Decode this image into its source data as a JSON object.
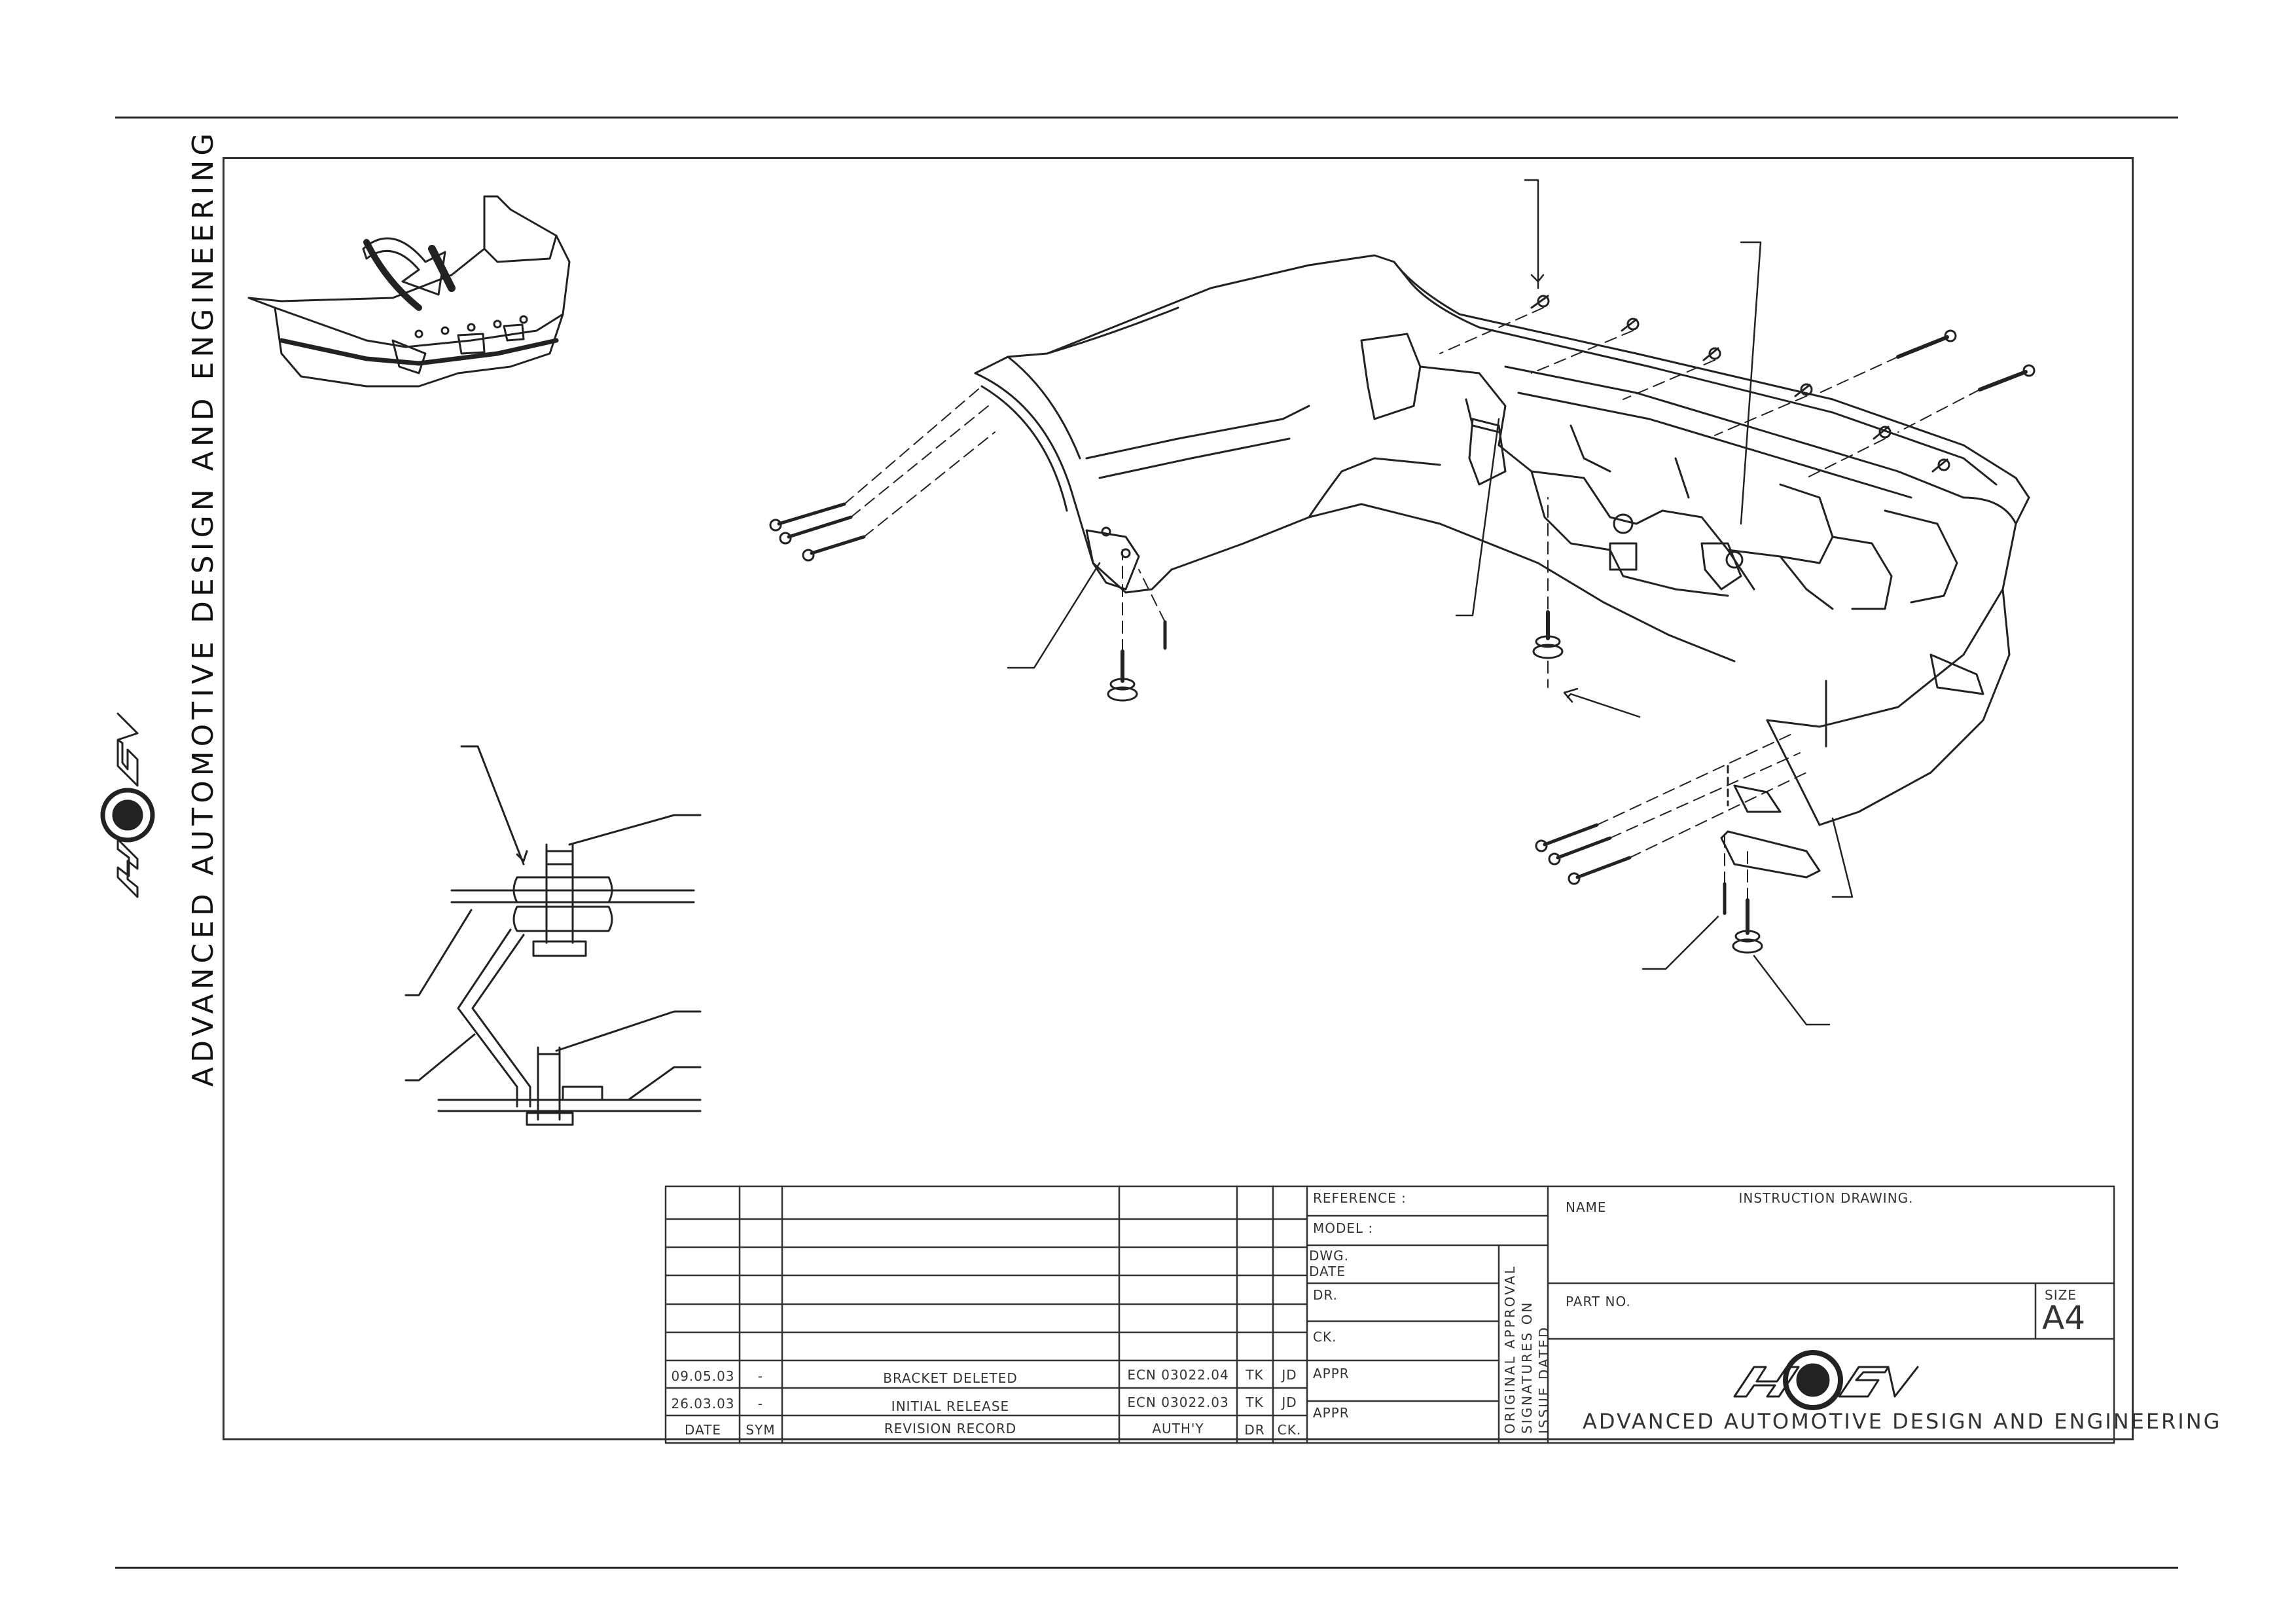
{
  "banner": {
    "company": "ADVANCED AUTOMOTIVE DESIGN AND ENGINEERING",
    "logo_text": "HSV"
  },
  "title_block": {
    "labels": {
      "reference": "REFERENCE :",
      "model": "MODEL :",
      "dwg_date_line1": "DWG.",
      "dwg_date_line2": "DATE",
      "dr": "DR.",
      "ck": "CK.",
      "appr1": "APPR",
      "appr2": "APPR",
      "name": "NAME",
      "part_no": "PART NO.",
      "size": "SIZE",
      "signatures_note": "ORIGINAL APPROVAL\nSIGNATURES ON\nISSUE DATED"
    },
    "drawing_type": "INSTRUCTION DRAWING.",
    "size_value": "A4",
    "company": "ADVANCED AUTOMOTIVE DESIGN AND ENGINEERING",
    "logo_text": "HSV",
    "revision_header": {
      "date": "DATE",
      "sym": "SYM",
      "record": "REVISION RECORD",
      "auth": "AUTH'Y",
      "dr": "DR",
      "ck": "CK."
    },
    "revisions": [
      {
        "date": "09.05.03",
        "sym": "-",
        "record": "BRACKET DELETED",
        "auth": "ECN 03022.04",
        "dr": "TK",
        "ck": "JD"
      },
      {
        "date": "26.03.03",
        "sym": "-",
        "record": "INITIAL RELEASE",
        "auth": "ECN 03022.03",
        "dr": "TK",
        "ck": "JD"
      }
    ]
  },
  "colors": {
    "line": "#222222",
    "text": "#333333",
    "background": "#ffffff"
  }
}
